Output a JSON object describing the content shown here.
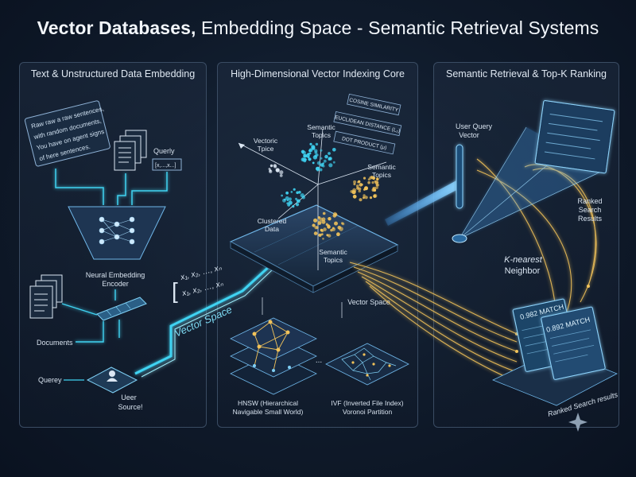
{
  "title": {
    "bold": "Vector Databases,",
    "rest": " Embedding Space - Semantic Retrieval Systems"
  },
  "panels": [
    {
      "title": "Text & Unstructured Data Embedding"
    },
    {
      "title": "High-Dimensional Vector Indexing Core"
    },
    {
      "title": "Semantic Retrieval & Top-K Ranking"
    }
  ],
  "left": {
    "note_lines": [
      "Raw raw a raw sentences,",
      "with random documents,",
      "You have on agent signs",
      "of here sentences."
    ],
    "query_label": "Querly",
    "query_vector": "[x,...,x...]",
    "encoder_line1": "Neural Embedding",
    "encoder_line2": "Encoder",
    "documents_label": "Documents",
    "query_label2": "Querey",
    "user_line1": "Ueer",
    "user_line2": "Source!",
    "vector_space_label": "Vector Space",
    "vec_row1": "x₁, x₂, …, xₙ",
    "vec_row2": "x₁, x₂, …, xₙ"
  },
  "center": {
    "metrics": [
      "COSINE SIMILARITY",
      "EUCLIDEAN DISTANCE (L₂)",
      "DOT PRODUCT (μ)"
    ],
    "cluster_vectoric": [
      "Vectoric",
      "Tpice"
    ],
    "cluster_semantic_top": [
      "Semantic",
      "Topics"
    ],
    "cluster_semantic_right": [
      "Semantic",
      "Topics"
    ],
    "cluster_clustered": [
      "Clustered",
      "Data"
    ],
    "cluster_semantic_bottom": [
      "Semantic",
      "Topics"
    ],
    "vector_space_label": "Vector Space",
    "hnsw_line1": "HNSW (Hierarchical",
    "hnsw_line2": "Navigable Small World)",
    "ivf_line1": "IVF (Inverted File Index)",
    "ivf_line2": "Voronoi Partition",
    "ellipsis": "..."
  },
  "right": {
    "user_query_line1": "User Query",
    "user_query_line2": "Vector",
    "ranked_line1": "Ranked",
    "ranked_line2": "Search",
    "ranked_line3": "Results",
    "knn_line1": "K-nearest",
    "knn_line2": "Neighbor",
    "match1": "0.982 MATCH",
    "match2": "0.892 MATCH",
    "ranked_bottom": "Ranked Search results"
  },
  "colors": {
    "cyan": "#3fd3f2",
    "gold": "#f2c35a",
    "blue": "#4aa8ff",
    "panel_border": "#3a4c63"
  }
}
